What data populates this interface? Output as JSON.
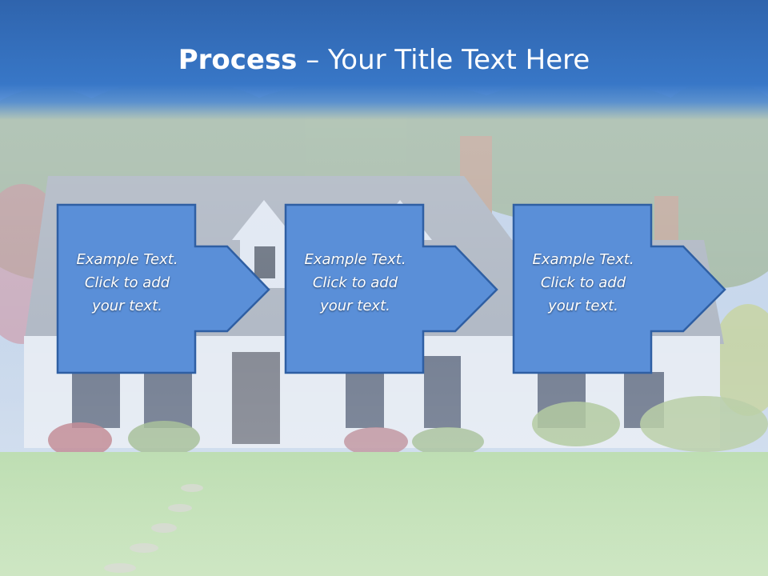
{
  "slide": {
    "title_bold": "Process",
    "title_rest": " – Your Title Text Here",
    "steps": [
      {
        "text": "Example Text.\nClick  to add\nyour text."
      },
      {
        "text": "Example Text.\nClick  to add\nyour text."
      },
      {
        "text": "Example Text.\nClick  to add\nyour text."
      }
    ]
  },
  "colors": {
    "title_band": "#3474c4",
    "step_fill": "#5a8fd8",
    "step_border": "#2f5fa3",
    "step_text": "#ffffff"
  },
  "background": {
    "subject": "suburban-house-with-lawn-photo"
  }
}
